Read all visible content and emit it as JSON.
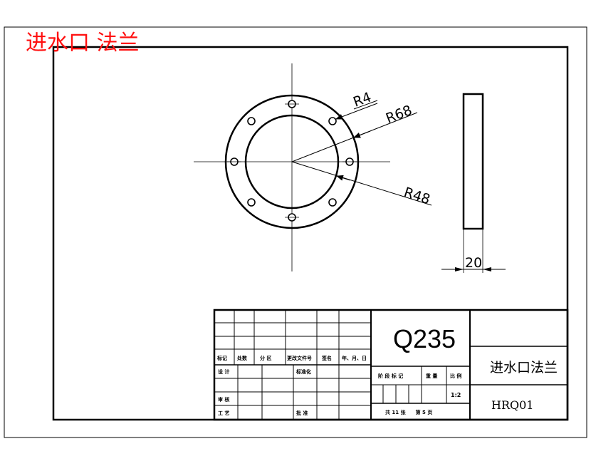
{
  "title": "进水口 法兰",
  "dimensions": {
    "bolt_hole_radius": "R4",
    "outer_radius": "R68",
    "inner_radius": "R48",
    "thickness": "20"
  },
  "title_block": {
    "material": "Q235",
    "part_name": "进水口法兰",
    "drawing_code": "HRQ01",
    "scale": "1:2",
    "revision_headers": [
      "标记",
      "处数",
      "分 区",
      "更改文件号",
      "签名",
      "年、月、日"
    ],
    "design_label": "设 计",
    "standardization_label": "标准化",
    "stage_headers": [
      "阶 段 标 记",
      "重 量",
      "比 例"
    ],
    "review_label": "审 核",
    "process_label": "工 艺",
    "approve_label": "批 准",
    "sheet_info": "共 11 张　　第 5 页"
  },
  "colors": {
    "title": "#ff1010",
    "line": "#000000"
  }
}
